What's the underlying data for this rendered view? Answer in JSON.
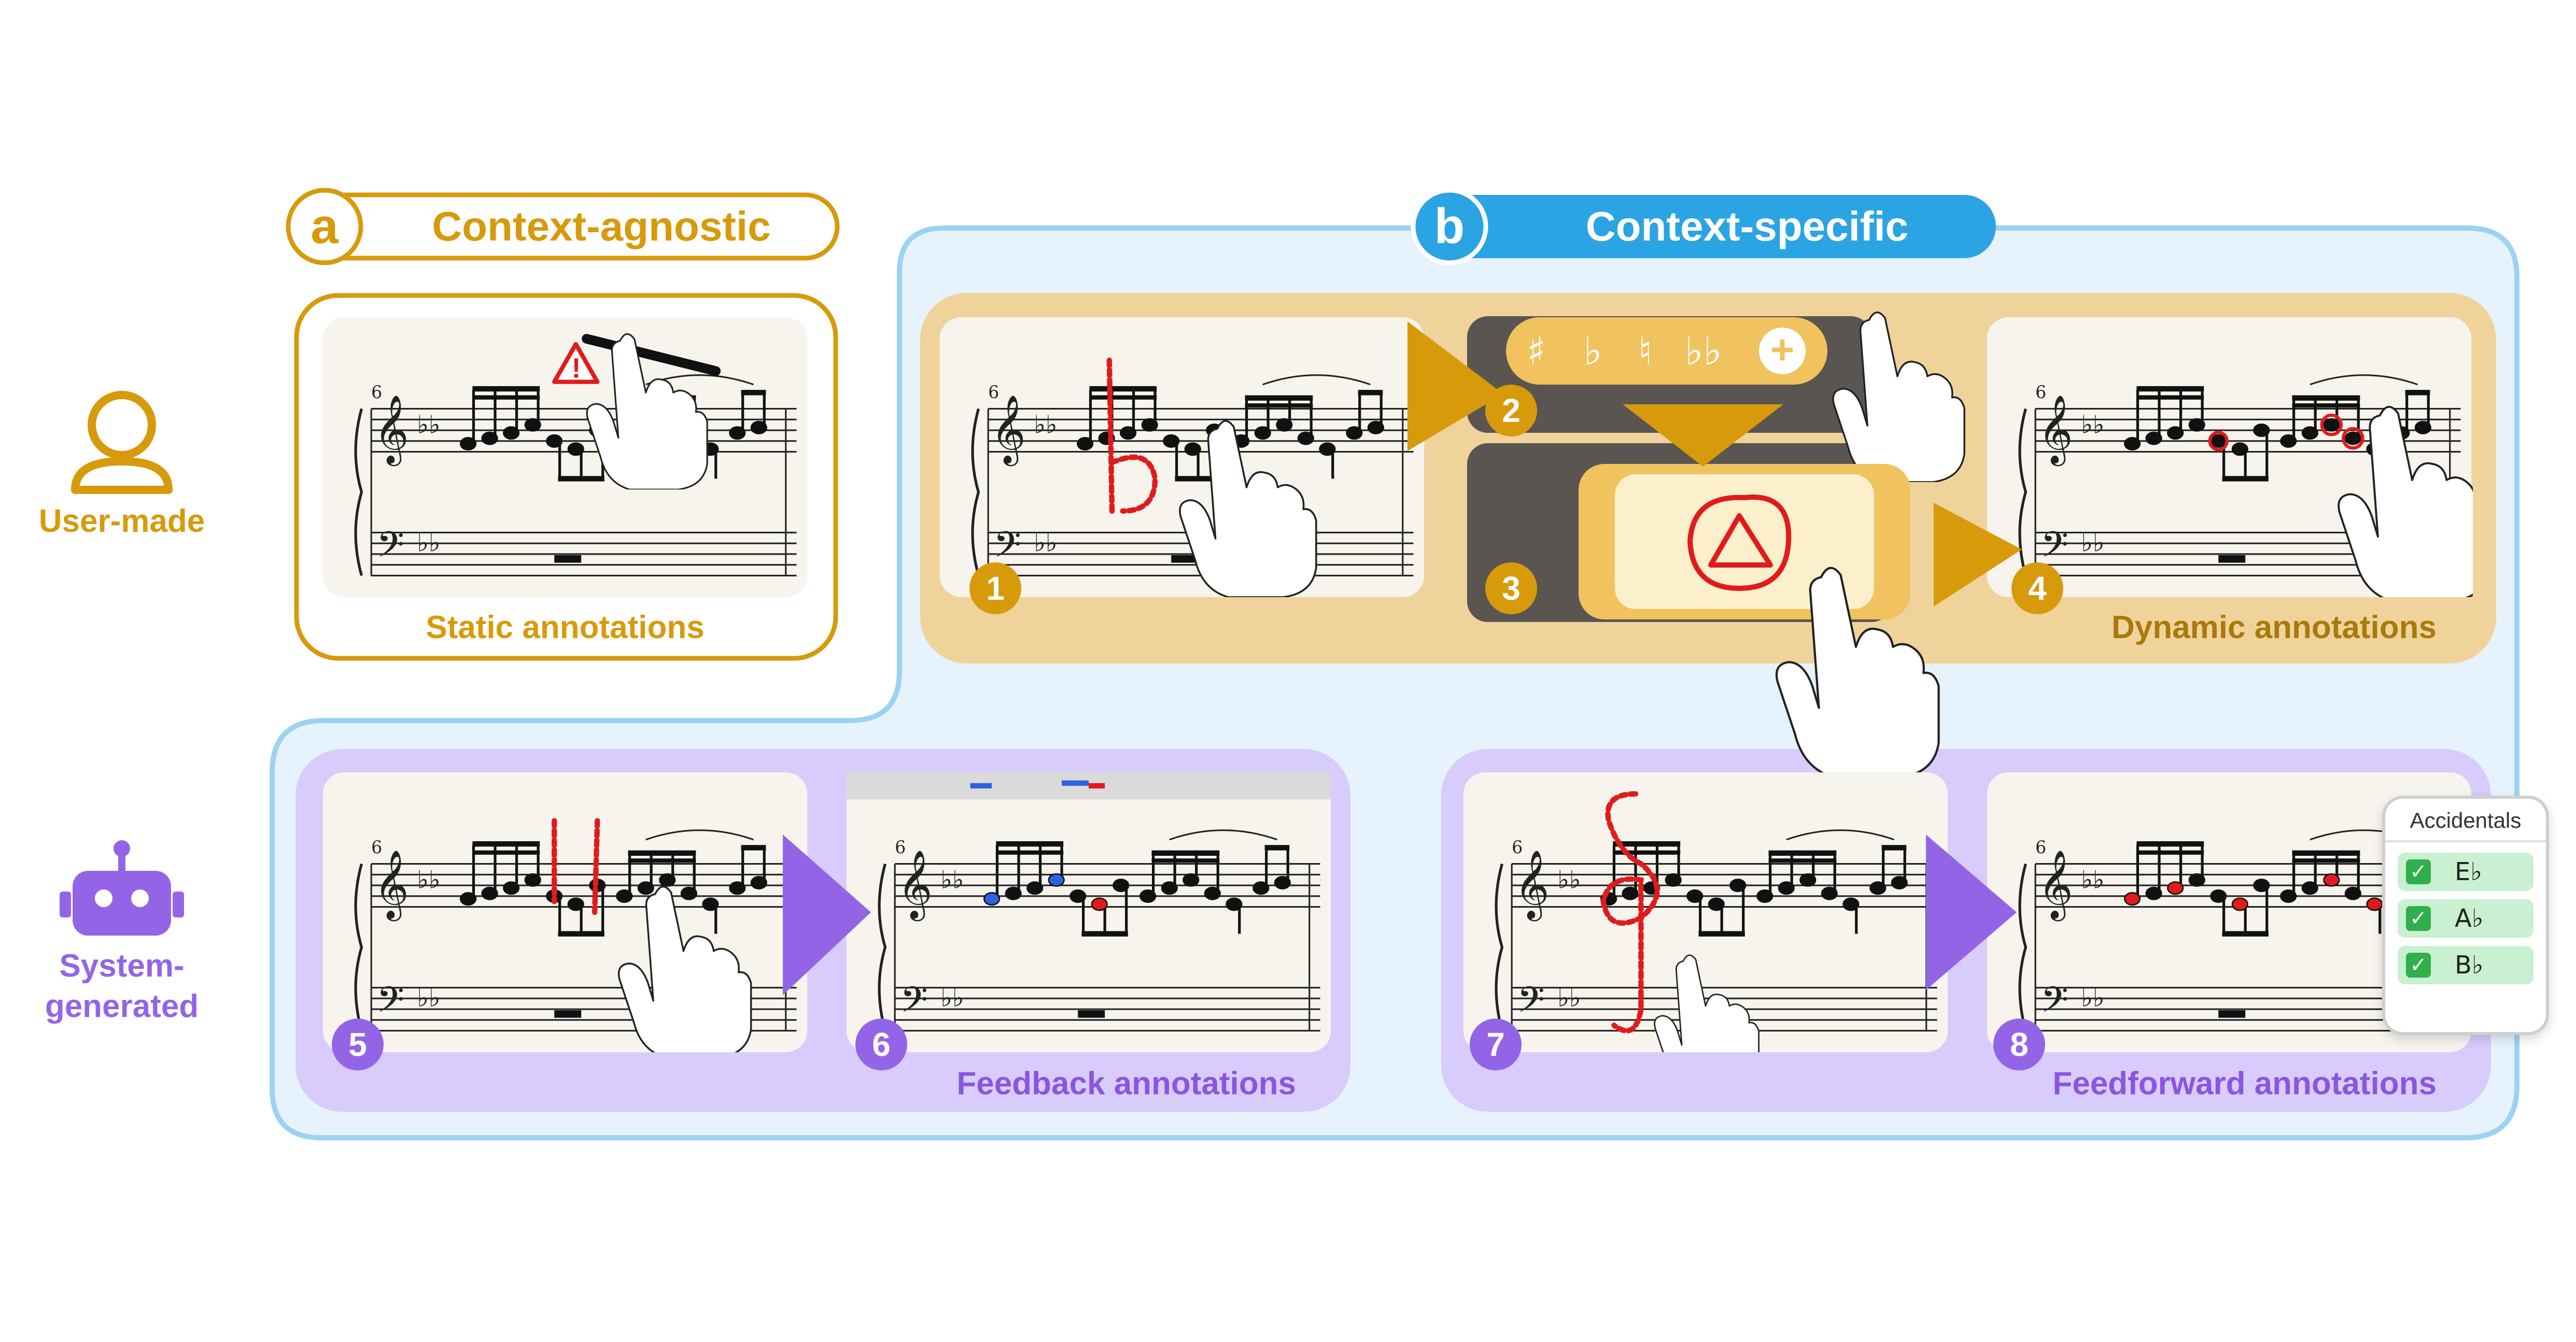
{
  "roles": {
    "user_made": "User-made",
    "system_generated_1": "System-",
    "system_generated_2": "generated"
  },
  "sections": {
    "a": {
      "letter": "a",
      "title": "Context-agnostic"
    },
    "b": {
      "letter": "b",
      "title": "Context-specific"
    }
  },
  "captions": {
    "static": "Static annotations",
    "dynamic": "Dynamic annotations",
    "feedback": "Feedback annotations",
    "feedforward": "Feedforward annotations"
  },
  "steps": [
    "1",
    "2",
    "3",
    "4",
    "5",
    "6",
    "7",
    "8"
  ],
  "toolbar": {
    "sharp": "♯",
    "flat": "♭",
    "natural": "♮",
    "double_flat": "♭♭",
    "add": "+"
  },
  "accidentals_panel": {
    "title": "Accidentals",
    "items": [
      "E♭",
      "A♭",
      "B♭"
    ]
  },
  "measure_number": "6",
  "colors": {
    "gold": "#D79A0B",
    "gold_bg": "#EFD39B",
    "blue": "#2BA4E4",
    "blue_bg": "#E6F3FC",
    "purple": "#9365E6",
    "purple_bg": "#D7CCFB",
    "annotation_red": "#E11B1B",
    "annotation_blue": "#2F62E2",
    "check_green": "#2FB04B"
  },
  "icons": [
    "user-icon",
    "robot-icon",
    "hand-icon",
    "pen-icon",
    "warning-icon",
    "check-icon"
  ]
}
